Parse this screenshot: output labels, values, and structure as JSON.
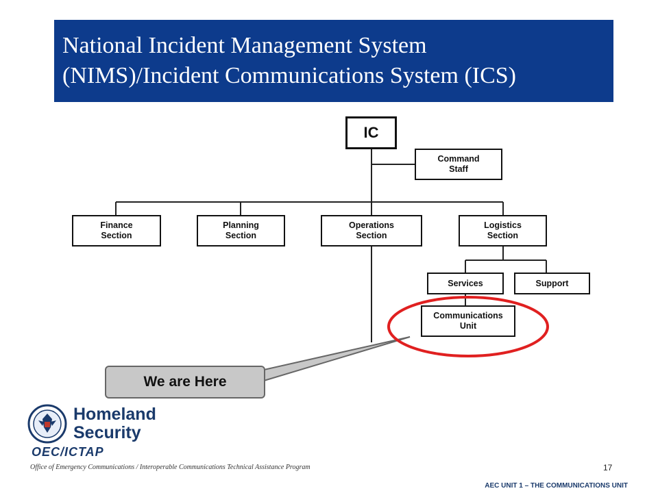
{
  "slide": {
    "title_line1": "National Incident Management System",
    "title_line2": "(NIMS)/Incident Communications System (ICS)",
    "page_number": "17",
    "footer_right": "AEC UNIT 1 – THE COMMUNICATIONS UNIT"
  },
  "org_chart": {
    "ic": "IC",
    "command_staff": [
      "Command",
      "Staff"
    ],
    "finance": [
      "Finance",
      "Section"
    ],
    "planning": [
      "Planning",
      "Section"
    ],
    "operations": [
      "Operations",
      "Section"
    ],
    "logistics": [
      "Logistics",
      "Section"
    ],
    "services": "Services",
    "support": "Support",
    "comms_unit": [
      "Communications",
      "Unit"
    ],
    "highlight_color": "#e02020"
  },
  "callout": {
    "text": "We are Here"
  },
  "branding": {
    "logo_line1": "Homeland",
    "logo_line2": "Security",
    "program_short": "OEC/ICTAP",
    "program_full": "Office of Emergency Communications / Interoperable Communications Technical Assistance Program",
    "brand_color": "#0d3b8c"
  }
}
